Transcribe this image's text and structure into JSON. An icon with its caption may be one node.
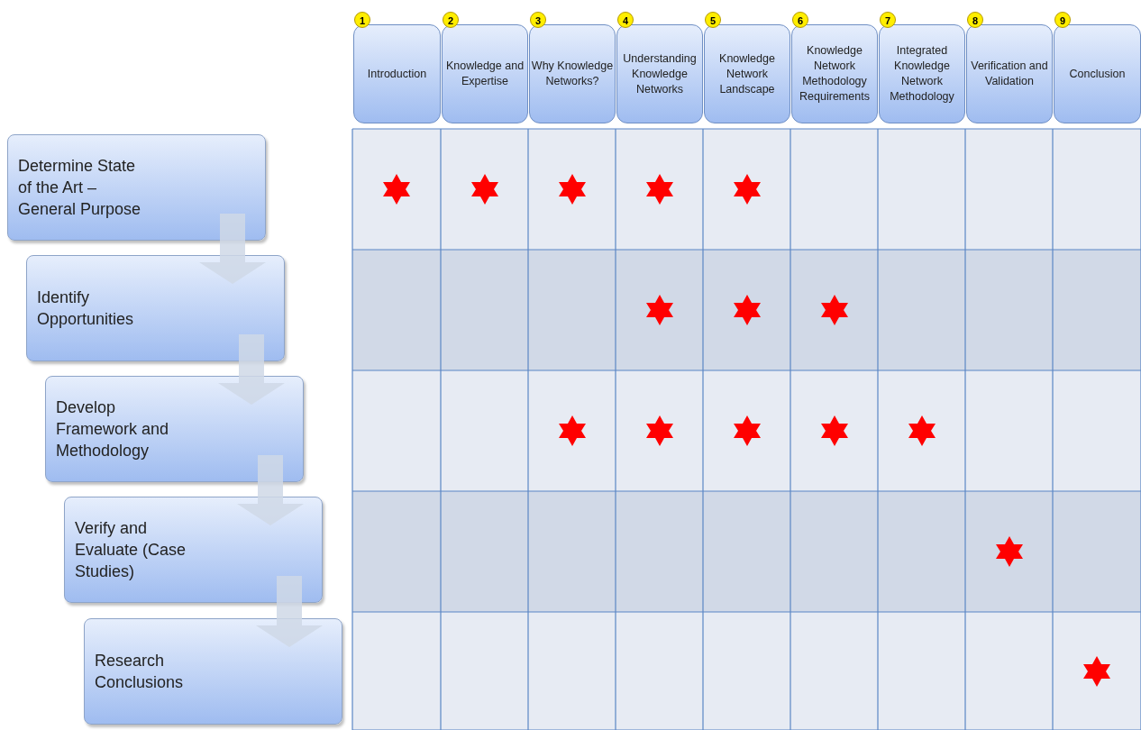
{
  "diagram": {
    "nodes": [
      {
        "text": [
          "Determine State of the Art – General Purpose"
        ]
      },
      {
        "text": [
          "Identify Opportunities"
        ]
      },
      {
        "text": [
          "Develop Framework and Methodology"
        ]
      },
      {
        "text": [
          "Verify and Evaluate (Case Studies)"
        ]
      },
      {
        "text": [
          "Research Conclusions"
        ]
      },
      {
        "text": [
          "Introduction"
        ],
        "beside": [
          "1"
        ]
      },
      {
        "text": [
          "Knowledge and Expertise"
        ],
        "beside": [
          "2"
        ]
      },
      {
        "text": [
          "Why Knowledge Networks?"
        ],
        "beside": [
          "3"
        ]
      },
      {
        "text": [
          "Understanding Knowledge Networks"
        ],
        "beside": [
          "4"
        ]
      },
      {
        "text": [
          "Knowledge Network Landscape"
        ],
        "beside": [
          "5"
        ]
      },
      {
        "text": [
          "Knowledge Network Methodology Requirements"
        ],
        "beside": [
          "6"
        ]
      },
      {
        "text": [
          "Integrated Knowledge Network Methodology"
        ],
        "beside": [
          "7"
        ]
      },
      {
        "text": [
          "Verification and Validation"
        ],
        "beside": [
          "8"
        ]
      },
      {
        "text": [
          "Conclusion"
        ],
        "beside": [
          "9"
        ]
      },
      {
        "text": [],
        "shape": "star"
      },
      {
        "text": [],
        "shape": "star"
      },
      {
        "text": [],
        "shape": "star"
      },
      {
        "text": [],
        "shape": "star"
      },
      {
        "text": [],
        "shape": "star"
      },
      {
        "text": [],
        "shape": "star"
      },
      {
        "text": [],
        "shape": "star"
      },
      {
        "text": [],
        "shape": "star"
      },
      {
        "text": [],
        "shape": "star"
      },
      {
        "text": [],
        "shape": "star"
      },
      {
        "text": [],
        "shape": "star"
      },
      {
        "text": [],
        "shape": "star"
      },
      {
        "text": [],
        "shape": "star"
      },
      {
        "text": [],
        "shape": "star"
      },
      {
        "text": [],
        "shape": "star"
      }
    ],
    "edges": [
      {
        "from": 0,
        "to": 1,
        "arrow": "to"
      },
      {
        "from": 1,
        "to": 2,
        "arrow": "to"
      },
      {
        "from": 2,
        "to": 3,
        "arrow": "to"
      },
      {
        "from": 3,
        "to": 4,
        "arrow": "to"
      }
    ]
  }
}
